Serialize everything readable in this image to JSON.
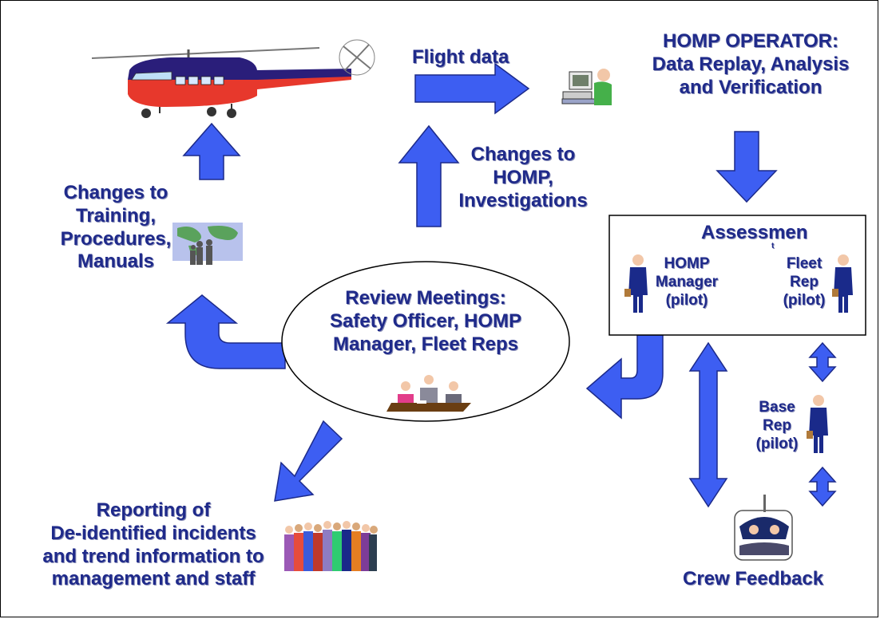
{
  "labels": {
    "flight_data": "Flight data",
    "operator": [
      "HOMP OPERATOR:",
      "Data Replay, Analysis",
      "and Verification"
    ],
    "changes_homp": [
      "Changes to",
      "HOMP,",
      "Investigations"
    ],
    "changes_training": [
      "Changes to",
      "Training,",
      "Procedures,",
      "Manuals"
    ],
    "assessment_title": [
      "Assessmen",
      "t"
    ],
    "homp_manager": [
      "HOMP",
      "Manager",
      "(pilot)"
    ],
    "fleet_rep": [
      "Fleet",
      "Rep",
      "(pilot)"
    ],
    "review": [
      "Review Meetings:",
      "Safety Officer, HOMP",
      "Manager, Fleet Reps"
    ],
    "base_rep": [
      "Base",
      "Rep",
      "(pilot)"
    ],
    "reporting": [
      "Reporting of",
      "De-identified incidents",
      "and trend information to",
      "management and staff"
    ],
    "crew_feedback": "Crew Feedback"
  },
  "icons": [
    "helicopter-icon",
    "computer-operator-icon",
    "world-map-people-icon",
    "meeting-table-icon",
    "businessman-icon",
    "crowd-of-staff-icon",
    "cockpit-crew-icon"
  ],
  "colors": {
    "arrow_fill": "#3d5ef2",
    "arrow_stroke": "#1c2a8a",
    "text": "#1f2a8a"
  }
}
